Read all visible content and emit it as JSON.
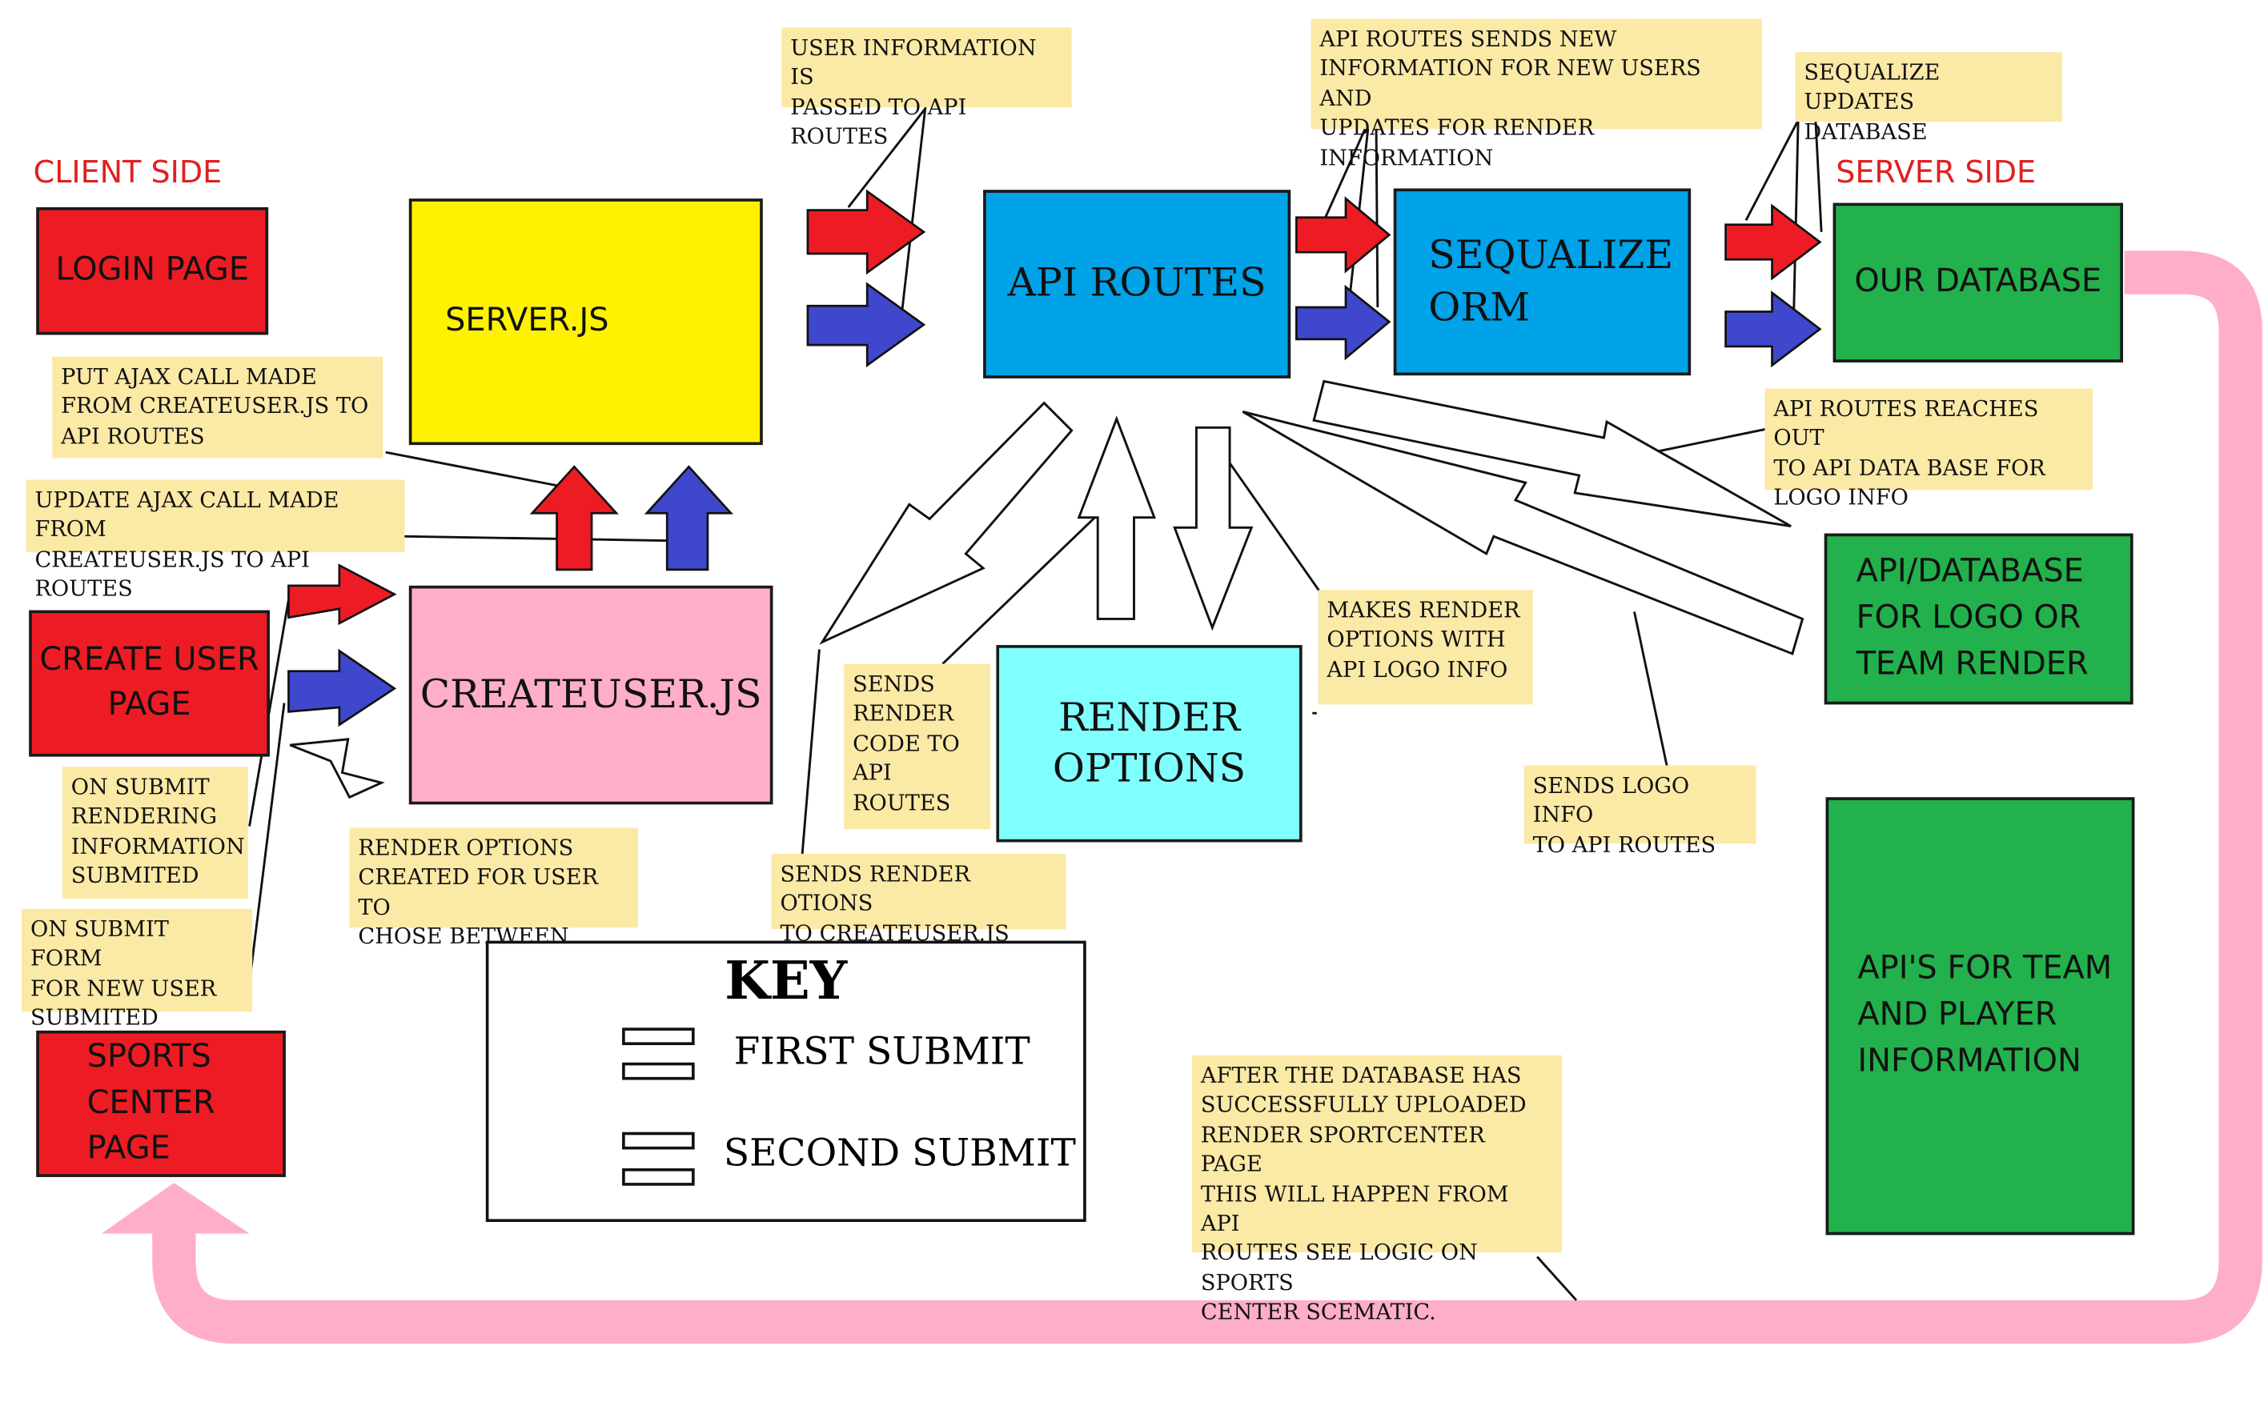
{
  "headers": {
    "client_side": "CLIENT SIDE",
    "server_side": "SERVER SIDE"
  },
  "nodes": {
    "login_page": "LOGIN PAGE",
    "server_js": "SERVER.JS",
    "api_routes": "API ROUTES",
    "sequalize_orm": "SEQUALIZE\nORM",
    "our_database": "OUR DATABASE",
    "create_user_page": "CREATE USER\nPAGE",
    "createuser_js": "CREATEUSER.JS",
    "render_options": "RENDER\nOPTIONS",
    "api_database_logo": "API/DATABASE\nFOR LOGO OR\nTEAM RENDER",
    "apis_team_player": "API'S FOR TEAM\nAND PLAYER\nINFORMATION",
    "sports_center_page": "SPORTS\nCENTER\nPAGE"
  },
  "notes": {
    "user_info_passed": "USER INFORMATION IS\nPASSED TO API ROUTES",
    "api_routes_sends": "API ROUTES SENDS NEW\nINFORMATION FOR NEW USERS AND\nUPDATES FOR RENDER INFORMATION",
    "sequalize_updates": "SEQUALIZE UPDATES\nDATABASE",
    "put_ajax": "PUT AJAX CALL MADE\nFROM CREATEUSER.JS TO\nAPI ROUTES",
    "update_ajax": "UPDATE AJAX CALL MADE FROM\nCREATEUSER.JS TO API ROUTES",
    "api_reaches_out": "API ROUTES REACHES OUT\nTO API DATA BASE FOR\nLOGO INFO",
    "makes_render": "MAKES RENDER\nOPTIONS WITH\nAPI LOGO INFO",
    "sends_render_code": "SENDS\nRENDER\nCODE TO\nAPI\nROUTES",
    "on_submit_rendering": "ON SUBMIT\nRENDERING\nINFORMATION\nSUBMITED",
    "render_options_created": "RENDER OPTIONS\nCREATED FOR USER TO\nCHOSE BETWEEN",
    "sends_logo_info": "SENDS LOGO INFO\nTO API ROUTES",
    "sends_render_otions": "SENDS RENDER OTIONS\nTO CREATEUSER.JS",
    "on_submit_form": "ON SUBMIT FORM\nFOR NEW USER\nSUBMITED",
    "after_database": "AFTER THE DATABASE HAS\nSUCCESSFULLY UPLOADED\nRENDER SPORTCENTER PAGE\nTHIS WILL HAPPEN FROM API\nROUTES SEE LOGIC ON SPORTS\nCENTER SCEMATIC."
  },
  "key": {
    "title": "KEY",
    "first": "FIRST SUBMIT",
    "second": "SECOND SUBMIT"
  },
  "colors": {
    "red": "#ed1c24",
    "blue": "#3f48cc",
    "yellow": "#fff200",
    "cyan_blue": "#00a2e8",
    "green": "#22b14c",
    "pink": "#ffaec9",
    "light_cyan": "#80ffff",
    "note": "#fbe9a6",
    "loop": "#ffaec9"
  }
}
